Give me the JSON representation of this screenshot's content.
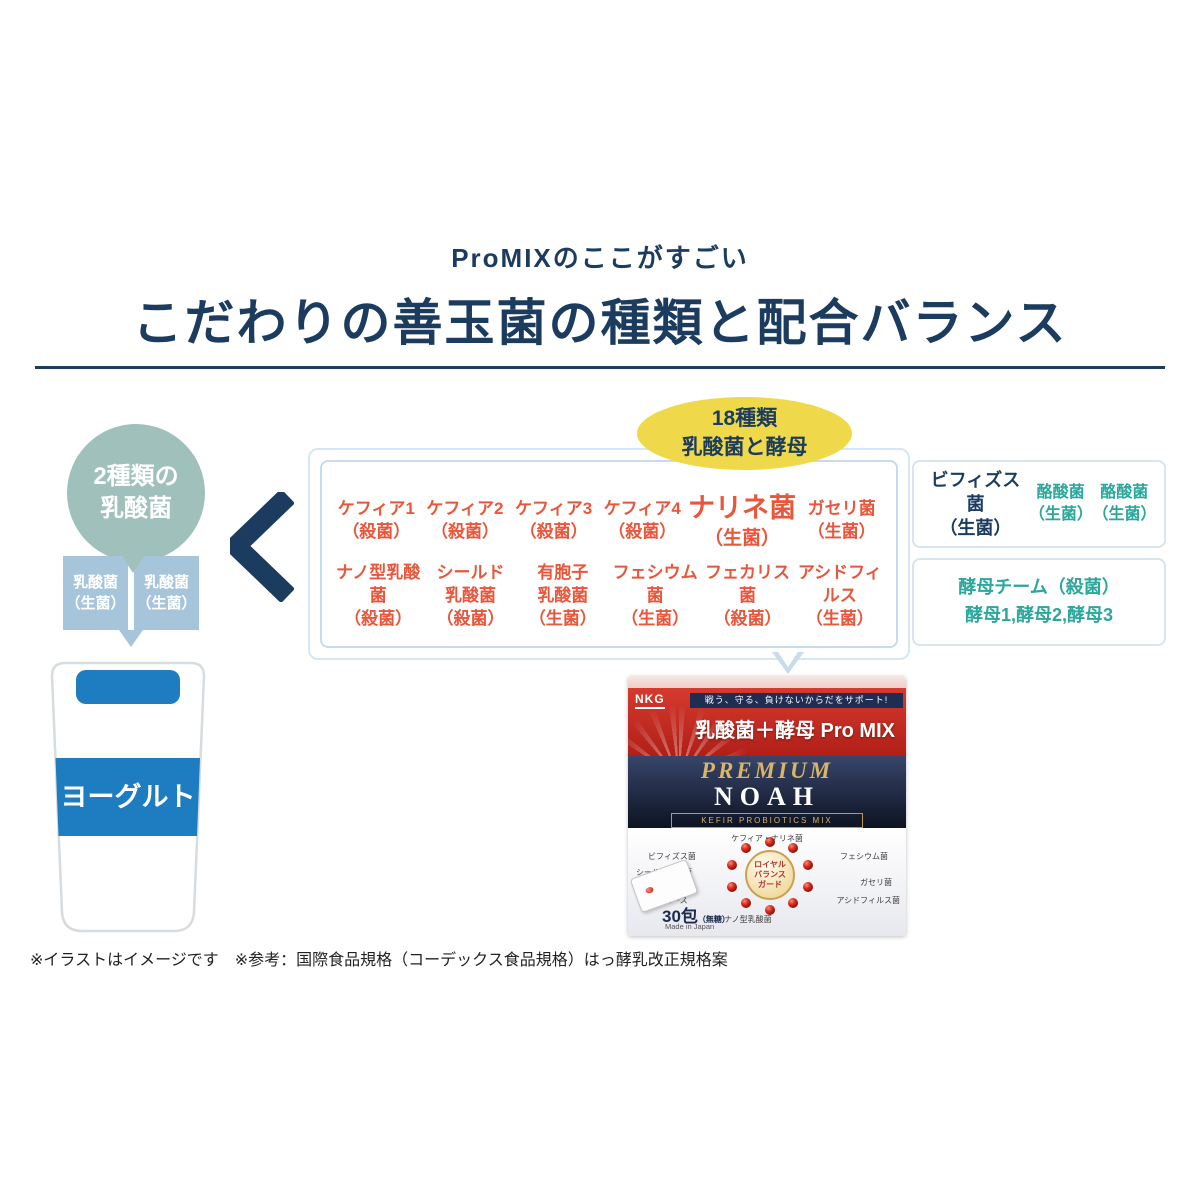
{
  "header": {
    "subtitle": "ProMIXのここがすごい",
    "title": "こだわりの善玉菌の種類と配合バランス"
  },
  "yogurt": {
    "badge": "2種類の\n乳酸菌",
    "box1": "乳酸菌\n（生菌）",
    "box2": "乳酸菌\n（生菌）",
    "cup_label": "ヨーグルト"
  },
  "promix": {
    "badge": "18種類\n乳酸菌と酵母",
    "row1": [
      {
        "name": "ケフィア1",
        "note": "（殺菌）"
      },
      {
        "name": "ケフィア2",
        "note": "（殺菌）"
      },
      {
        "name": "ケフィア3",
        "note": "（殺菌）"
      },
      {
        "name": "ケフィア4",
        "note": "（殺菌）"
      },
      {
        "name": "ナリネ菌",
        "note": "（生菌）"
      },
      {
        "name": "ガセリ菌",
        "note": "（生菌）"
      }
    ],
    "row2": [
      {
        "name": "ナノ型乳酸菌",
        "note": "（殺菌）"
      },
      {
        "name": "シールド\n乳酸菌",
        "note": "（殺菌）"
      },
      {
        "name": "有胞子\n乳酸菌",
        "note": "（生菌）"
      },
      {
        "name": "フェシウム菌",
        "note": "（生菌）"
      },
      {
        "name": "フェカリス菌",
        "note": "（殺菌）"
      },
      {
        "name": "アシドフィルス",
        "note": "（生菌）"
      }
    ],
    "side_top": {
      "bifidus": "ビフィズス菌\n（生菌）",
      "butyrate1": "酪酸菌\n（生菌）",
      "butyrate2": "酪酸菌\n（生菌）"
    },
    "side_bottom": "酵母チーム（殺菌）\n酵母1,酵母2,酵母3"
  },
  "product": {
    "logo": "NKG",
    "tagline": "戦う、守る、負けないからだをサポート!",
    "brand": "乳酸菌＋酵母 Pro MIX",
    "premium": "PREMIUM",
    "name": "NOAH",
    "subname": "KEFIR PROBIOTICS MIX",
    "labels": [
      "ケフィア・ナリネ菌",
      "ビフィズス菌",
      "フェシウム菌",
      "シールド乳酸菌\nラクトフェリン",
      "ガセリ菌",
      "オリザロース",
      "アシドフィルス菌",
      "ナノ型乳酸菌"
    ],
    "center_badge": "ロイヤル\nバランス\nガード",
    "count": "30包",
    "count_note": "（無糖）",
    "origin": "Made in Japan"
  },
  "footnote": "※イラストはイメージです　※参考：国際食品規格（コーデックス食品規格）はっ酵乳改正規格案"
}
